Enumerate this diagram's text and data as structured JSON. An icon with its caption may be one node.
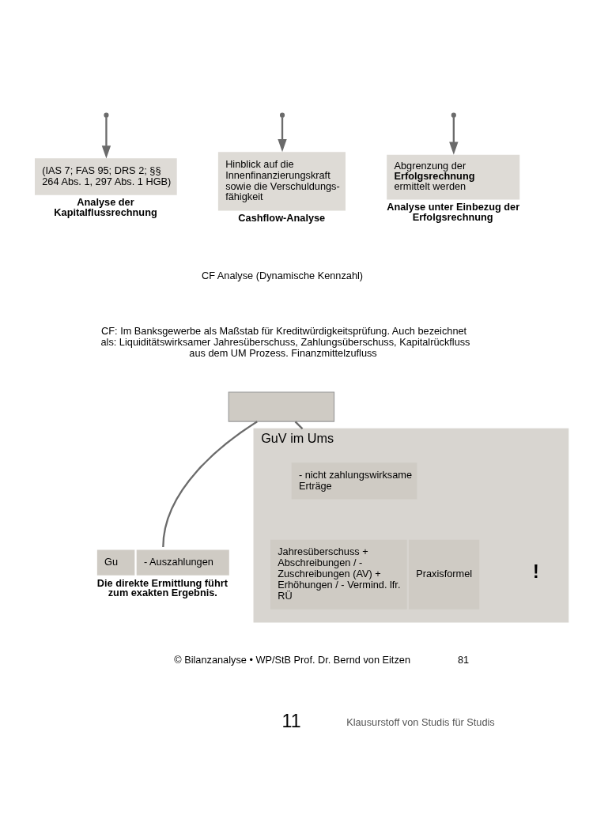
{
  "diagram": {
    "nodes": [
      {
        "text": [
          "Abgrenzung der **Erfolgsrechnung** ermittelt werden"
        ],
        "beside": [
          "Analyse unter Einbezug der Erfolgsrechnung"
        ]
      },
      {
        "text": [
          "Hinblick auf die Innenfinanzierungskraft sowie die Verschuldungs- fähigkeit"
        ],
        "beside": [
          "Cashflow-Analyse"
        ]
      },
      {
        "text": [
          "(IAS 7; FAS 95; DRS 2; §§ 264 Abs. 1, 297 Abs. 1 HGB)"
        ],
        "beside": [
          "Analyse der Kapitalflussrechnung"
        ]
      },
      {
        "text": [],
        "shape": "box"
      },
      {
        "text": [
          "Gu",
          "- Auszahlungen"
        ],
        "beside": [
          "Die direkte Ermittlung führt zum **exakten Ergebnis**."
        ]
      },
      {
        "text": [
          "GuV im Ums"
        ]
      },
      {
        "text": [
          "- nicht zahlungswirksame Erträge"
        ],
        "in": 5
      },
      {
        "text": [
          "Jahresüberschuss + Abschreibungen / - Zuschreibungen (AV) + Erhöhungen / - Vermind. lfr. RÜ",
          "Praxisformel"
        ],
        "beside": [
          "!"
        ],
        "in": 5
      }
    ],
    "edges": [
      {
        "from": null,
        "to": 0,
        "arrow": "to"
      },
      {
        "from": null,
        "to": 1,
        "arrow": "to"
      },
      {
        "from": null,
        "to": 2,
        "arrow": "to"
      },
      {
        "from": 3,
        "to": 4,
        "arrow": "none"
      },
      {
        "from": 3,
        "to": 5,
        "arrow": "none"
      }
    ],
    "labels": [
      "CF Analyse (Dynamische Kennzahl)",
      "CF: Im Banksgewerbe als Maßstab für Kreditwürdigkeitsprüfung. Auch bezeichnet als: Liquiditätswirksamer Jahresüberschuss, Zahlungsüberschuss, Kapitalrückfluss aus dem UM Prozess. Finanzmittelzufluss",
      "© Bilanzanalyse • WP/StB Prof. Dr. Bernd von Eitzen",
      "81",
      "11",
      "Klausurstoff von Studis für Studis"
    ]
  }
}
